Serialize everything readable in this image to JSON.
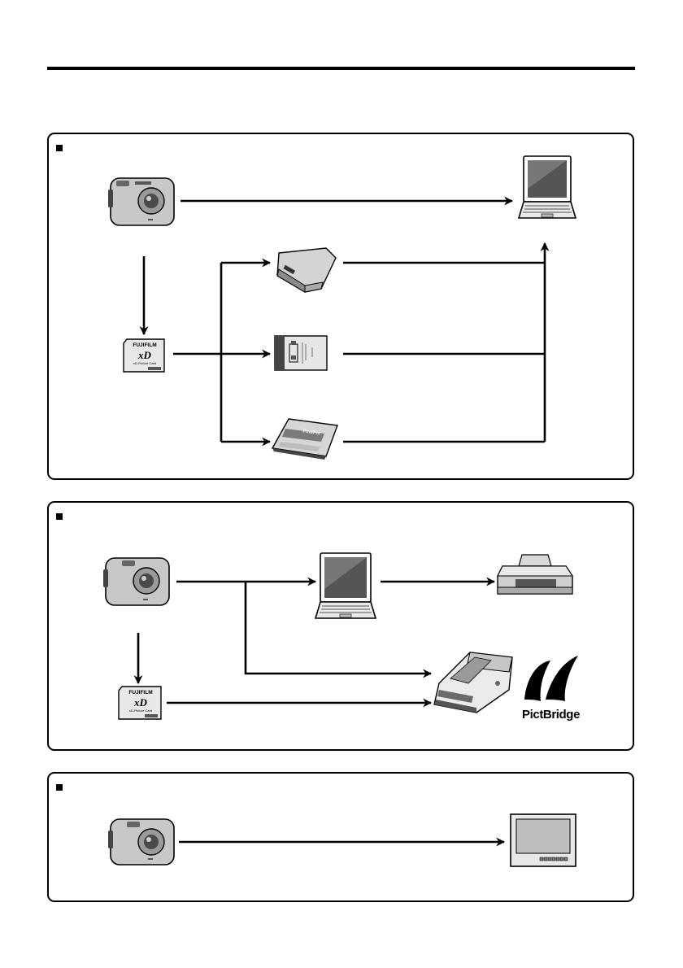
{
  "page": {
    "section_bullets": [
      "square-bullet",
      "square-bullet",
      "square-bullet"
    ]
  },
  "panel_computer": {
    "nodes": [
      "digital-camera",
      "laptop-computer",
      "xd-picture-card",
      "usb-card-reader",
      "pc-card-adapter",
      "compactflash-card-adapter"
    ],
    "card_brand": "FUJIFILM",
    "card_type": "xD",
    "card_subtitle": "xD-Picture Card",
    "adapter_brand": "FinePix",
    "connections": [
      {
        "from": "digital-camera",
        "to": "laptop-computer"
      },
      {
        "from": "digital-camera",
        "to": "xd-picture-card"
      },
      {
        "from": "xd-picture-card",
        "to": "usb-card-reader"
      },
      {
        "from": "xd-picture-card",
        "to": "pc-card-adapter"
      },
      {
        "from": "xd-picture-card",
        "to": "compactflash-card-adapter"
      },
      {
        "from": "usb-card-reader",
        "to": "laptop-computer"
      },
      {
        "from": "pc-card-adapter",
        "to": "laptop-computer"
      },
      {
        "from": "compactflash-card-adapter",
        "to": "laptop-computer"
      }
    ]
  },
  "panel_printing": {
    "nodes": [
      "digital-camera",
      "laptop-computer",
      "inkjet-printer",
      "xd-picture-card",
      "photo-printer"
    ],
    "card_brand": "FUJIFILM",
    "card_type": "xD",
    "card_subtitle": "xD-Picture Card",
    "pictbridge_label": "PictBridge",
    "connections": [
      {
        "from": "digital-camera",
        "to": "laptop-computer"
      },
      {
        "from": "laptop-computer",
        "to": "inkjet-printer"
      },
      {
        "from": "digital-camera",
        "to": "photo-printer"
      },
      {
        "from": "digital-camera",
        "to": "xd-picture-card"
      },
      {
        "from": "xd-picture-card",
        "to": "photo-printer"
      }
    ]
  },
  "panel_tv": {
    "nodes": [
      "digital-camera",
      "television"
    ],
    "connections": [
      {
        "from": "digital-camera",
        "to": "television"
      }
    ]
  }
}
